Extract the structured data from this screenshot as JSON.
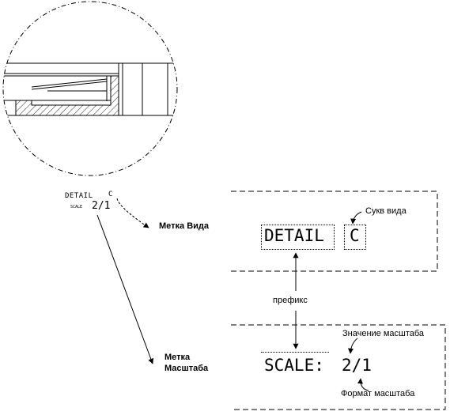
{
  "small_label": {
    "detail_word": "DETAIL",
    "detail_letter": "C",
    "scale_word": "SCALE",
    "scale_value": "2/1"
  },
  "callouts": {
    "view_label": "Метка Вида",
    "scale_label_line1": "Метка",
    "scale_label_line2": "Масштаба",
    "view_letter": "Сукв вида",
    "prefix": "префикс",
    "scale_value_note": "Значение масштаба",
    "scale_format_note": "Формат масштаба"
  },
  "large_label": {
    "detail_word": "DETAIL",
    "detail_letter": "C",
    "scale_word": "SCALE:",
    "scale_value": "2/1"
  }
}
